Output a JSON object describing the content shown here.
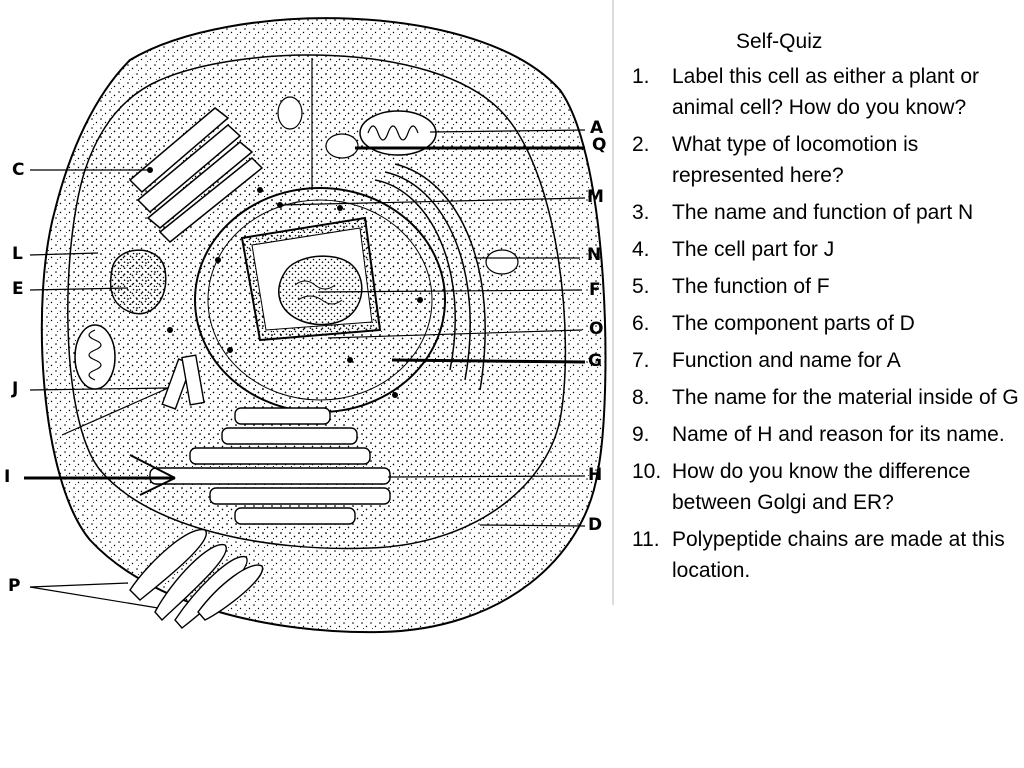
{
  "diagram": {
    "labels": [
      "A",
      "Q",
      "C",
      "M",
      "N",
      "L",
      "E",
      "F",
      "O",
      "G",
      "J",
      "I",
      "H",
      "D",
      "P"
    ]
  },
  "quiz": {
    "title": "Self-Quiz",
    "questions": [
      {
        "num": "1.",
        "text": "Label this cell as either a plant or animal cell? How do you know?"
      },
      {
        "num": "2.",
        "text": "What type of locomotion is represented here?"
      },
      {
        "num": "3.",
        "text": "The name and function of part N"
      },
      {
        "num": "4.",
        "text": "The cell part for J"
      },
      {
        "num": "5.",
        "text": "The function of F"
      },
      {
        "num": "6.",
        "text": "The component parts of D"
      },
      {
        "num": "7.",
        "text": "Function and name for A"
      },
      {
        "num": "8.",
        "text": "The name for the material inside of G"
      },
      {
        "num": "9.",
        "text": "Name of H and reason for its name."
      },
      {
        "num": "10.",
        "text": "How do you know the difference between Golgi and ER?"
      },
      {
        "num": "11.",
        "text": "Polypeptide chains are made at this location."
      }
    ]
  }
}
